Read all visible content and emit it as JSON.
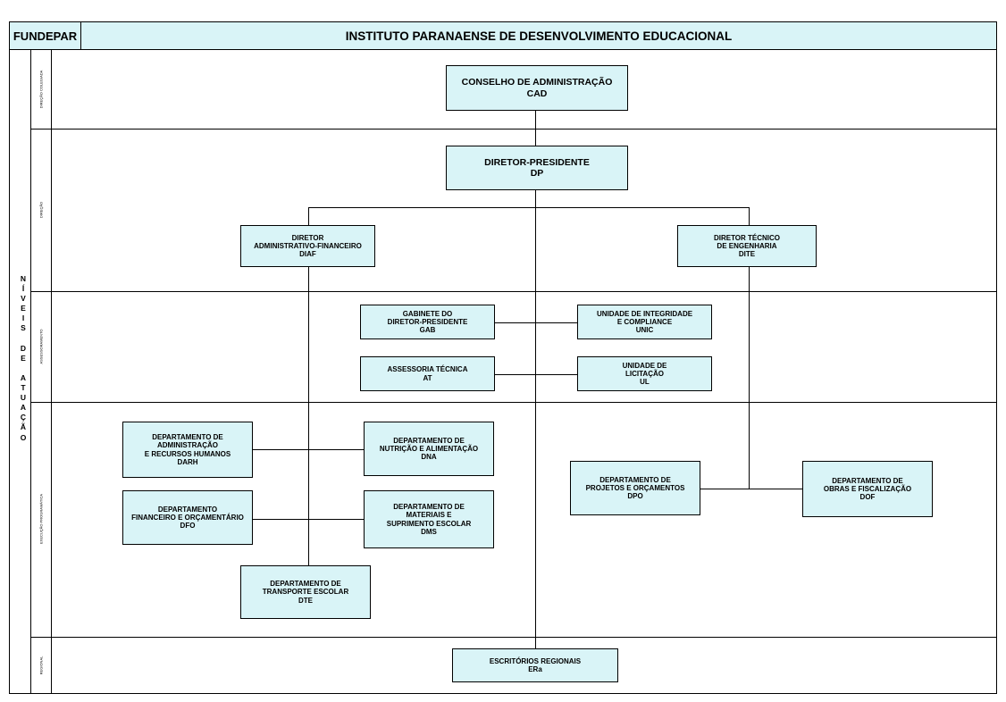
{
  "header": {
    "abbrev": "FUNDEPAR",
    "title": "INSTITUTO PARANAENSE DE DESENVOLVIMENTO EDUCACIONAL"
  },
  "vertical_title": "N\nÍ\nV\nE\nI\nS\n\nD\nE\n\nA\nT\nU\nA\nÇ\nÃ\nO",
  "levels": {
    "direcao_colegiada": "DIREÇÃO COLEGIADA",
    "direcao": "DIREÇÃO",
    "assessoramento": "ASSESSORAMENTO",
    "execucao_programatica": "EXECUÇÃO PROGRAMÁTICA",
    "regional": "REGIONAL"
  },
  "units": {
    "cad": "CONSELHO DE ADMINISTRAÇÃO\nCAD",
    "dp": "DIRETOR-PRESIDENTE\nDP",
    "diaf": "DIRETOR\nADMINISTRATIVO-FINANCEIRO\nDIAF",
    "dite": "DIRETOR TÉCNICO\nDE ENGENHARIA\nDITE",
    "gab": "GABINETE DO\nDIRETOR-PRESIDENTE\nGAB",
    "unic": "UNIDADE DE INTEGRIDADE\nE COMPLIANCE\nUNIC",
    "at": "ASSESSORIA TÉCNICA\nAT",
    "ul": "UNIDADE DE\nLICITAÇÃO\nUL",
    "darh": "DEPARTAMENTO DE\nADMINISTRAÇÃO\nE RECURSOS HUMANOS\nDARH",
    "dna": "DEPARTAMENTO DE\nNUTRIÇÃO E ALIMENTAÇÃO\nDNA",
    "dfo": "DEPARTAMENTO\nFINANCEIRO E ORÇAMENTÁRIO\nDFO",
    "dms": "DEPARTAMENTO DE\nMATERIAIS E\nSUPRIMENTO ESCOLAR\nDMS",
    "dte": "DEPARTAMENTO DE\nTRANSPORTE ESCOLAR\nDTE",
    "dpo": "DEPARTAMENTO DE\nPROJETOS E ORÇAMENTOS\nDPO",
    "dof": "DEPARTAMENTO DE\nOBRAS E FISCALIZAÇÃO\nDOF",
    "era": "ESCRITÓRIOS REGIONAIS\nERa"
  },
  "colors": {
    "box_fill": "#d9f4f7",
    "line": "#000000"
  }
}
